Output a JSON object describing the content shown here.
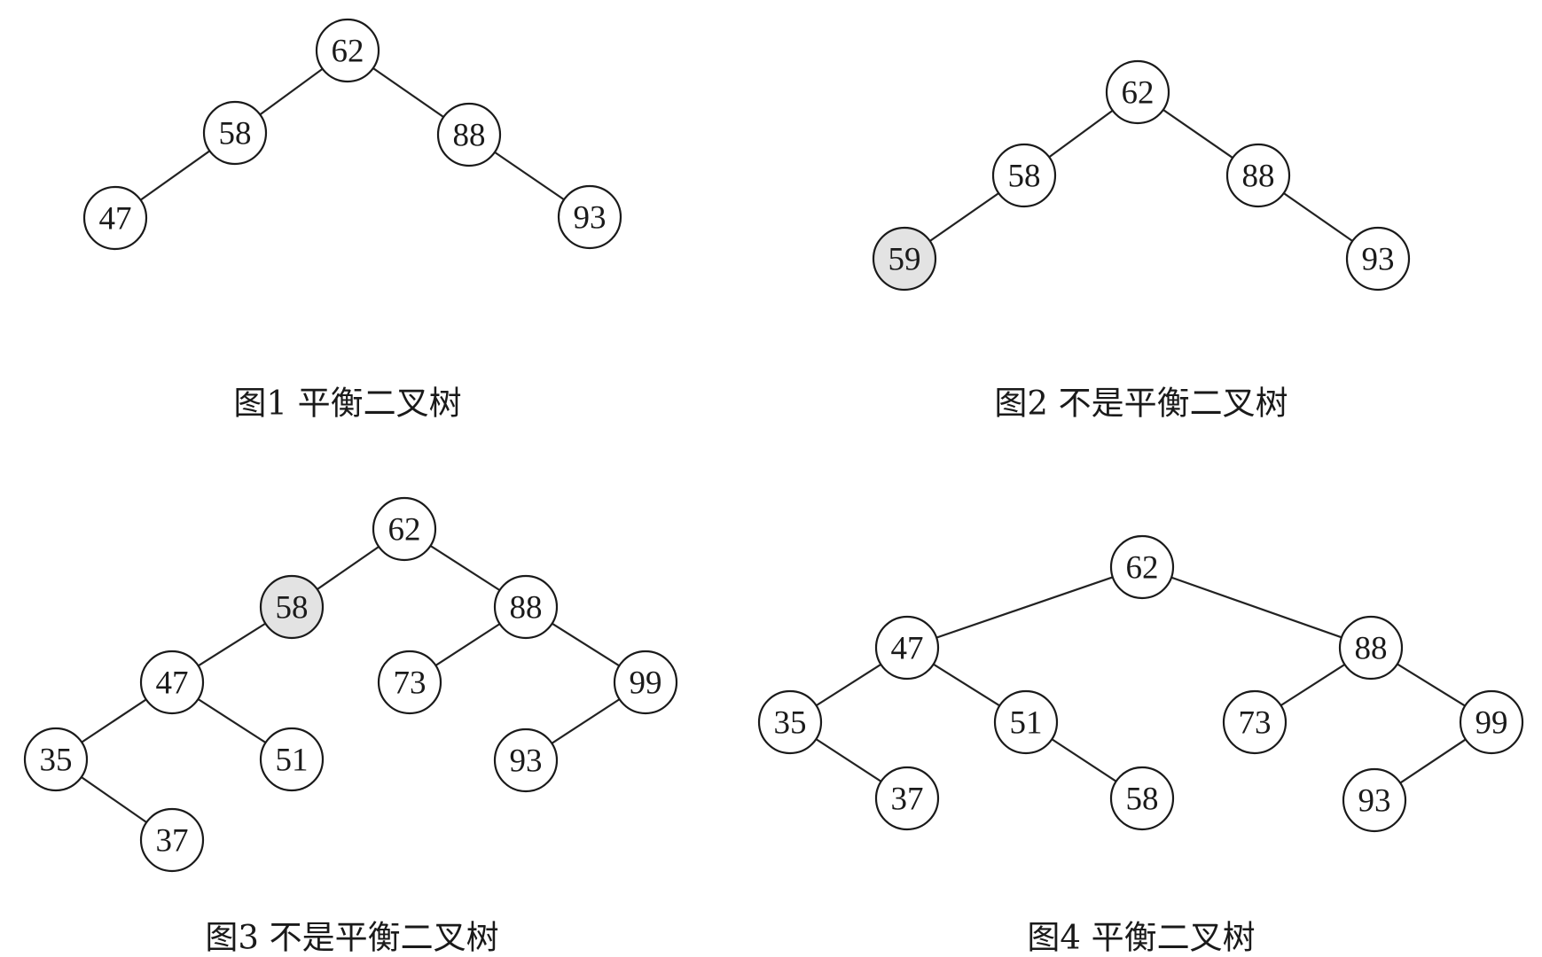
{
  "colors": {
    "node_fill": "#ffffff",
    "highlight_fill": "#e3e3e3",
    "stroke": "#1a1a1a"
  },
  "figures": [
    {
      "caption": "图1 平衡二叉树",
      "nodes": [
        {
          "id": "62",
          "label": "62",
          "highlight": false
        },
        {
          "id": "58",
          "label": "58",
          "highlight": false
        },
        {
          "id": "88",
          "label": "88",
          "highlight": false
        },
        {
          "id": "47",
          "label": "47",
          "highlight": false
        },
        {
          "id": "93",
          "label": "93",
          "highlight": false
        }
      ],
      "edges": [
        [
          "62",
          "58"
        ],
        [
          "62",
          "88"
        ],
        [
          "58",
          "47"
        ],
        [
          "88",
          "93"
        ]
      ]
    },
    {
      "caption": "图2 不是平衡二叉树",
      "nodes": [
        {
          "id": "62",
          "label": "62",
          "highlight": false
        },
        {
          "id": "58",
          "label": "58",
          "highlight": false
        },
        {
          "id": "88",
          "label": "88",
          "highlight": false
        },
        {
          "id": "59",
          "label": "59",
          "highlight": true
        },
        {
          "id": "93",
          "label": "93",
          "highlight": false
        }
      ],
      "edges": [
        [
          "62",
          "58"
        ],
        [
          "62",
          "88"
        ],
        [
          "58",
          "59"
        ],
        [
          "88",
          "93"
        ]
      ]
    },
    {
      "caption": "图3 不是平衡二叉树",
      "nodes": [
        {
          "id": "62",
          "label": "62",
          "highlight": false
        },
        {
          "id": "58",
          "label": "58",
          "highlight": true
        },
        {
          "id": "88",
          "label": "88",
          "highlight": false
        },
        {
          "id": "47",
          "label": "47",
          "highlight": false
        },
        {
          "id": "73",
          "label": "73",
          "highlight": false
        },
        {
          "id": "99",
          "label": "99",
          "highlight": false
        },
        {
          "id": "35",
          "label": "35",
          "highlight": false
        },
        {
          "id": "51",
          "label": "51",
          "highlight": false
        },
        {
          "id": "93",
          "label": "93",
          "highlight": false
        },
        {
          "id": "37",
          "label": "37",
          "highlight": false
        }
      ],
      "edges": [
        [
          "62",
          "58"
        ],
        [
          "62",
          "88"
        ],
        [
          "58",
          "47"
        ],
        [
          "88",
          "73"
        ],
        [
          "88",
          "99"
        ],
        [
          "47",
          "35"
        ],
        [
          "47",
          "51"
        ],
        [
          "99",
          "93"
        ],
        [
          "35",
          "37"
        ]
      ]
    },
    {
      "caption": "图4 平衡二叉树",
      "nodes": [
        {
          "id": "62",
          "label": "62",
          "highlight": false
        },
        {
          "id": "47",
          "label": "47",
          "highlight": false
        },
        {
          "id": "88",
          "label": "88",
          "highlight": false
        },
        {
          "id": "35",
          "label": "35",
          "highlight": false
        },
        {
          "id": "51",
          "label": "51",
          "highlight": false
        },
        {
          "id": "73",
          "label": "73",
          "highlight": false
        },
        {
          "id": "99",
          "label": "99",
          "highlight": false
        },
        {
          "id": "37",
          "label": "37",
          "highlight": false
        },
        {
          "id": "58",
          "label": "58",
          "highlight": false
        },
        {
          "id": "93",
          "label": "93",
          "highlight": false
        }
      ],
      "edges": [
        [
          "62",
          "47"
        ],
        [
          "62",
          "88"
        ],
        [
          "47",
          "35"
        ],
        [
          "47",
          "51"
        ],
        [
          "88",
          "73"
        ],
        [
          "88",
          "99"
        ],
        [
          "35",
          "37"
        ],
        [
          "51",
          "58"
        ],
        [
          "99",
          "93"
        ]
      ]
    }
  ]
}
